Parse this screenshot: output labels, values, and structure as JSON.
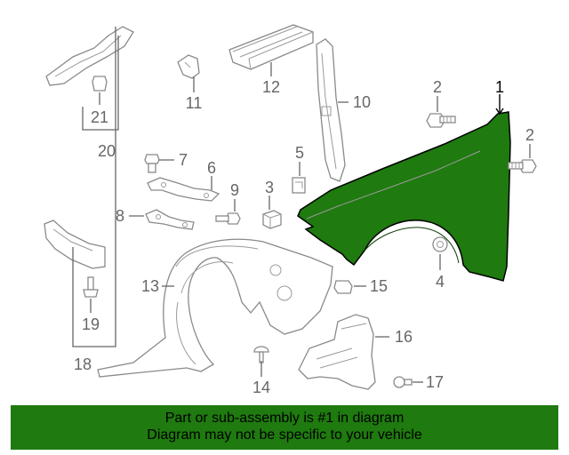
{
  "colors": {
    "highlight": "#1f7a0f",
    "banner_background": "#1f7a0f",
    "callout_text": "#666666",
    "callout_highlight_text": "#000000"
  },
  "callouts": {
    "c1": "1",
    "c2a": "2",
    "c2b": "2",
    "c3": "3",
    "c4": "4",
    "c5": "5",
    "c6": "6",
    "c7": "7",
    "c8": "8",
    "c9": "9",
    "c10": "10",
    "c11": "11",
    "c12": "12",
    "c13": "13",
    "c14": "14",
    "c15": "15",
    "c16": "16",
    "c17": "17",
    "c18": "18",
    "c19": "19",
    "c20": "20",
    "c21": "21"
  },
  "highlighted_part": "1",
  "banner": {
    "line1": "Part or sub-assembly is #1 in diagram",
    "line2": "Diagram may not be specific to your vehicle"
  }
}
